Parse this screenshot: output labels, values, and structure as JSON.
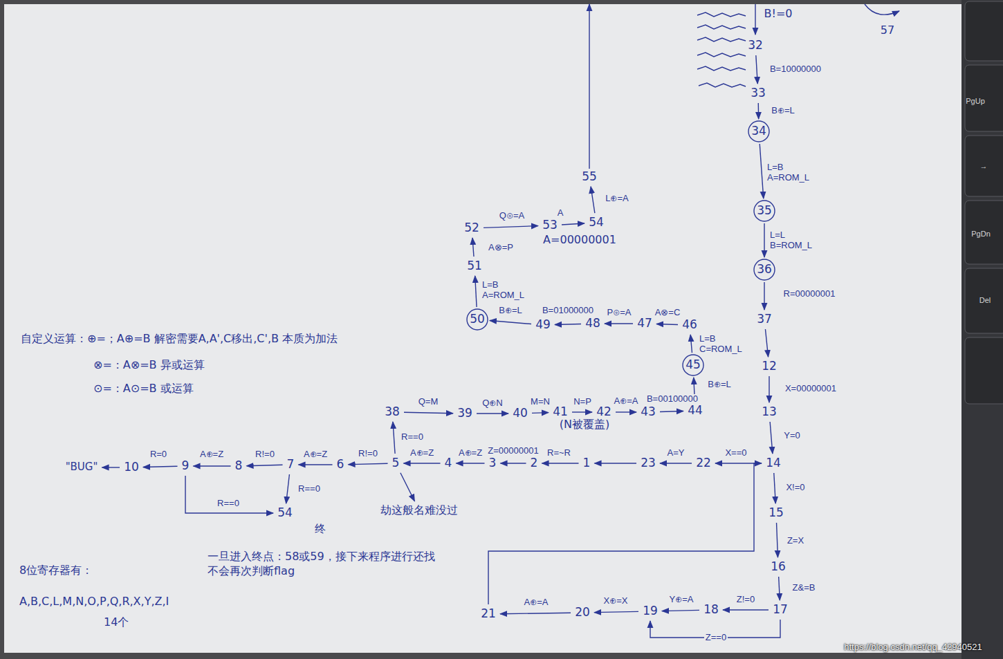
{
  "diagram": {
    "nodes": [
      {
        "text": [
          "1"
        ]
      },
      {
        "text": [
          "2"
        ]
      },
      {
        "text": [
          "3"
        ]
      },
      {
        "text": [
          "4"
        ]
      },
      {
        "text": [
          "5"
        ]
      },
      {
        "text": [
          "6"
        ]
      },
      {
        "text": [
          "7"
        ]
      },
      {
        "text": [
          "8"
        ]
      },
      {
        "text": [
          "9"
        ]
      },
      {
        "text": [
          "10"
        ]
      },
      {
        "text": [
          "\"BUG\""
        ]
      },
      {
        "text": [
          "12"
        ]
      },
      {
        "text": [
          "13"
        ]
      },
      {
        "text": [
          "14"
        ]
      },
      {
        "text": [
          "15"
        ]
      },
      {
        "text": [
          "16"
        ]
      },
      {
        "text": [
          "17"
        ]
      },
      {
        "text": [
          "18"
        ]
      },
      {
        "text": [
          "19"
        ]
      },
      {
        "text": [
          "20"
        ]
      },
      {
        "text": [
          "21"
        ]
      },
      {
        "text": [
          "22"
        ]
      },
      {
        "text": [
          "23"
        ]
      },
      {
        "text": [
          "32"
        ]
      },
      {
        "text": [
          "33"
        ]
      },
      {
        "text": [
          "34"
        ]
      },
      {
        "text": [
          "35"
        ]
      },
      {
        "text": [
          "36"
        ]
      },
      {
        "text": [
          "37"
        ]
      },
      {
        "text": [
          "38"
        ]
      },
      {
        "text": [
          "39"
        ]
      },
      {
        "text": [
          "40"
        ]
      },
      {
        "text": [
          "41"
        ]
      },
      {
        "text": [
          "42"
        ]
      },
      {
        "text": [
          "43"
        ]
      },
      {
        "text": [
          "44"
        ]
      },
      {
        "text": [
          "45"
        ]
      },
      {
        "text": [
          "46"
        ]
      },
      {
        "text": [
          "47"
        ]
      },
      {
        "text": [
          "48"
        ]
      },
      {
        "text": [
          "49"
        ]
      },
      {
        "text": [
          "50"
        ]
      },
      {
        "text": [
          "51"
        ]
      },
      {
        "text": [
          "52"
        ]
      },
      {
        "text": [
          "53"
        ]
      },
      {
        "text": [
          "54"
        ]
      },
      {
        "text": [
          "55"
        ]
      },
      {
        "text": [
          "54"
        ]
      },
      {
        "text": [
          "劫这般名难没过"
        ]
      }
    ],
    "edges": [
      {
        "from": 23,
        "to": 24,
        "label": "B=10000000",
        "arrow": "to"
      },
      {
        "from": 24,
        "to": 25,
        "label": "B⊕=L",
        "arrow": "to"
      },
      {
        "from": 25,
        "to": 26,
        "label": "L=B A=ROM_L",
        "arrow": "to"
      },
      {
        "from": 26,
        "to": 27,
        "label": "L=L B=ROM_L",
        "arrow": "to"
      },
      {
        "from": 27,
        "to": 28,
        "label": "R=00000001",
        "arrow": "to"
      },
      {
        "from": 28,
        "to": 11,
        "arrow": "to"
      },
      {
        "from": 11,
        "to": 12,
        "label": "X=00000001",
        "arrow": "to"
      },
      {
        "from": 12,
        "to": 13,
        "label": "Y=0",
        "arrow": "to"
      },
      {
        "from": 13,
        "to": 14,
        "label": "X!=0",
        "arrow": "to"
      },
      {
        "from": 14,
        "to": 15,
        "label": "Z=X",
        "arrow": "to"
      },
      {
        "from": 15,
        "to": 16,
        "label": "Z&=B",
        "arrow": "to"
      },
      {
        "from": 16,
        "to": 17,
        "label": "Z!=0",
        "arrow": "to"
      },
      {
        "from": 16,
        "to": 18,
        "label": "Z==0",
        "arrow": "to"
      },
      {
        "from": 17,
        "to": 18,
        "label": "Y⊕=A",
        "arrow": "to"
      },
      {
        "from": 18,
        "to": 19,
        "label": "X⊕=X",
        "arrow": "to"
      },
      {
        "from": 19,
        "to": 20,
        "label": "A⊕=A",
        "arrow": "to"
      },
      {
        "from": 20,
        "to": 13,
        "arrow": "to"
      },
      {
        "from": 13,
        "to": 21,
        "label": "X==0",
        "arrow": "to"
      },
      {
        "from": 21,
        "to": 22,
        "label": "A=Y",
        "arrow": "to"
      },
      {
        "from": 22,
        "to": 0,
        "arrow": "to"
      },
      {
        "from": 0,
        "to": 1,
        "label": "R=~R",
        "arrow": "to"
      },
      {
        "from": 1,
        "to": 2,
        "label": "Z=00000001",
        "arrow": "to"
      },
      {
        "from": 2,
        "to": 3,
        "label": "A⊕=Z",
        "arrow": "to"
      },
      {
        "from": 3,
        "to": 4,
        "label": "A⊕=Z",
        "arrow": "to"
      },
      {
        "from": 4,
        "to": 5,
        "label": "R!=0",
        "arrow": "to"
      },
      {
        "from": 5,
        "to": 6,
        "label": "A⊕=Z",
        "arrow": "to"
      },
      {
        "from": 6,
        "to": 7,
        "label": "R!=0",
        "arrow": "to"
      },
      {
        "from": 7,
        "to": 8,
        "label": "A⊕=Z",
        "arrow": "to"
      },
      {
        "from": 8,
        "to": 9,
        "label": "R=0",
        "arrow": "to"
      },
      {
        "from": 9,
        "to": 10,
        "arrow": "to"
      },
      {
        "from": 6,
        "to": 47,
        "label": "R==0",
        "arrow": "to"
      },
      {
        "from": 8,
        "to": 47,
        "label": "R==0",
        "arrow": "to"
      },
      {
        "from": 4,
        "to": 29,
        "label": "R==0",
        "arrow": "to"
      },
      {
        "from": 4,
        "to": 48,
        "arrow": "to"
      },
      {
        "from": 29,
        "to": 30,
        "label": "Q=M",
        "arrow": "to"
      },
      {
        "from": 30,
        "to": 31,
        "label": "Q⊕N",
        "arrow": "to"
      },
      {
        "from": 31,
        "to": 32,
        "label": "M=N",
        "arrow": "to"
      },
      {
        "from": 32,
        "to": 33,
        "label": "N=P",
        "arrow": "to"
      },
      {
        "from": 33,
        "to": 34,
        "label": "A⊕=A",
        "arrow": "to"
      },
      {
        "from": 34,
        "to": 35,
        "label": "B=00100000",
        "arrow": "to"
      },
      {
        "from": 35,
        "to": 36,
        "label": "B⊕=L",
        "arrow": "to"
      },
      {
        "from": 36,
        "to": 37,
        "label": "L=B C=ROM_L",
        "arrow": "to"
      },
      {
        "from": 37,
        "to": 38,
        "label": "A⊗=C",
        "arrow": "to"
      },
      {
        "from": 38,
        "to": 39,
        "label": "P⊙=A",
        "arrow": "to"
      },
      {
        "from": 39,
        "to": 40,
        "label": "B=01000000",
        "arrow": "to"
      },
      {
        "from": 40,
        "to": 41,
        "label": "B⊕=L",
        "arrow": "to"
      },
      {
        "from": 41,
        "to": 42,
        "label": "L=B A=ROM_L",
        "arrow": "to"
      },
      {
        "from": 42,
        "to": 43,
        "label": "A⊗=P",
        "arrow": "to"
      },
      {
        "from": 43,
        "to": 44,
        "label": "Q⊙=A",
        "arrow": "to"
      },
      {
        "from": 44,
        "to": 45,
        "label": "A",
        "arrow": "to"
      },
      {
        "from": 45,
        "to": 46,
        "label": "L⊕=A",
        "arrow": "to"
      }
    ],
    "labels": [
      "B!=0",
      "57",
      "A=00000001",
      "(N被覆盖)",
      "终",
      "自定义运算：⊕=；A⊕=B 解密需要A,A',C移出,C',B 本质为加法",
      "⊗=：A⊗=B 异或运算",
      "⊙=：A⊙=B 或运算",
      "8位寄存器有：",
      "A,B,C,L,M,N,O,P,Q,R,X,Y,Z,I",
      "14个",
      "一旦进入终点：58或59，接下来程序进行还找不会再次判断flag",
      "PgUp",
      "→",
      "PgDn",
      "Del",
      "https://blog.csdn.net/qq_42940521"
    ]
  }
}
